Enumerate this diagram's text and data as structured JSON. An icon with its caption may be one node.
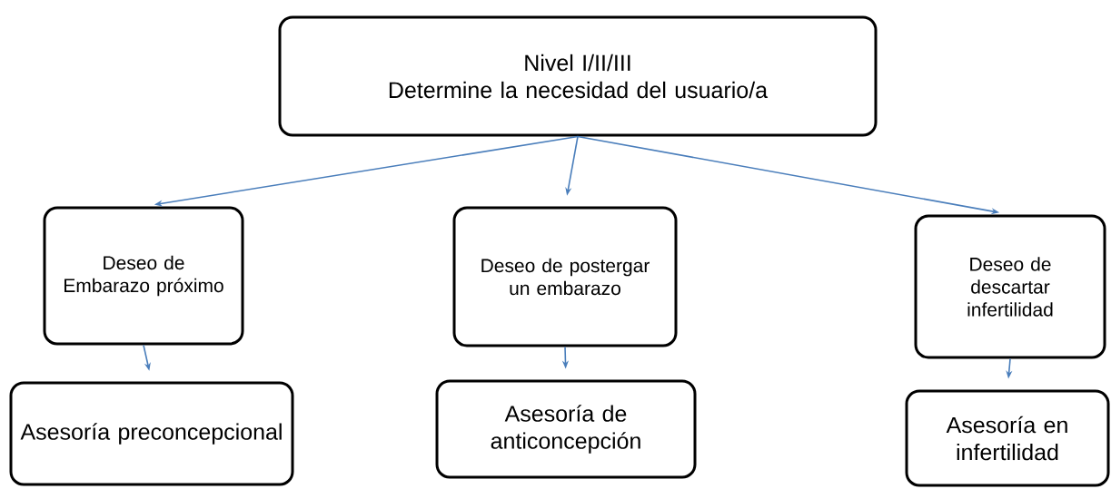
{
  "diagram": {
    "nodes": [
      {
        "text": [
          "Nivel I/II/III",
          "Determine la necesidad del usuario/a"
        ]
      },
      {
        "text": [
          "Deseo de Embarazo próximo"
        ]
      },
      {
        "text": [
          "Deseo de postergar un embarazo"
        ]
      },
      {
        "text": [
          "Deseo de descartar infertilidad"
        ]
      },
      {
        "text": [
          "Asesoría preconcepcional"
        ]
      },
      {
        "text": [
          "Asesoría de anticoncepción"
        ]
      },
      {
        "text": [
          "Asesoría en infertilidad"
        ]
      }
    ],
    "edges": [
      {
        "from": 0,
        "to": 1,
        "arrow": "to"
      },
      {
        "from": 0,
        "to": 2,
        "arrow": "to"
      },
      {
        "from": 0,
        "to": 3,
        "arrow": "to"
      },
      {
        "from": 1,
        "to": 4,
        "arrow": "to"
      },
      {
        "from": 2,
        "to": 5,
        "arrow": "to"
      },
      {
        "from": 3,
        "to": 6,
        "arrow": "to"
      }
    ]
  }
}
